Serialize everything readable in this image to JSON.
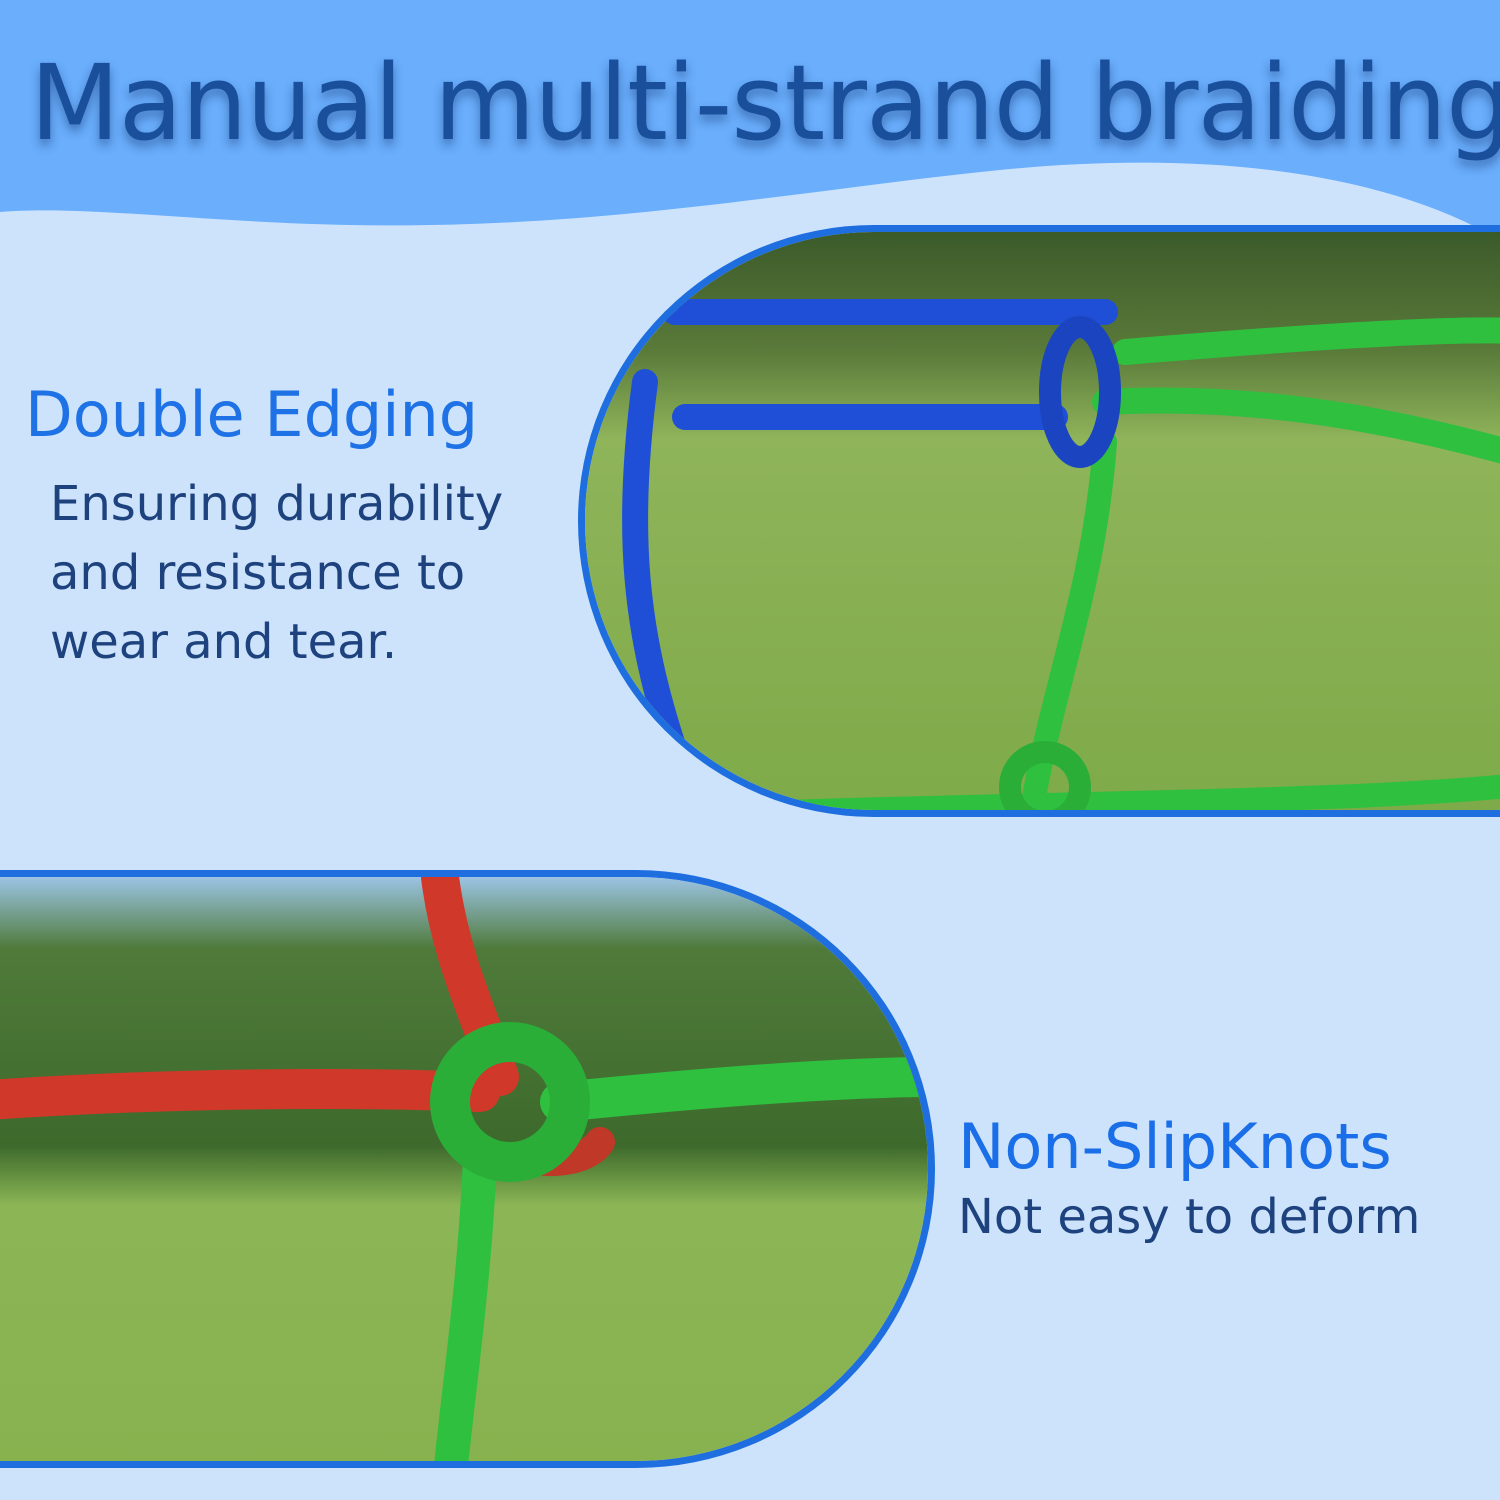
{
  "title": "Manual multi-strand braiding",
  "features": [
    {
      "heading": "Double Edging",
      "lines": [
        "Ensuring durability",
        "and resistance to",
        "wear and tear."
      ]
    },
    {
      "heading": "Non-SlipKnots",
      "lines": [
        "Not easy to deform"
      ]
    }
  ],
  "colors": {
    "accent": "#1e72e6",
    "text": "#1d427e",
    "background": "#cde3fb",
    "band": "#6aaefc"
  }
}
